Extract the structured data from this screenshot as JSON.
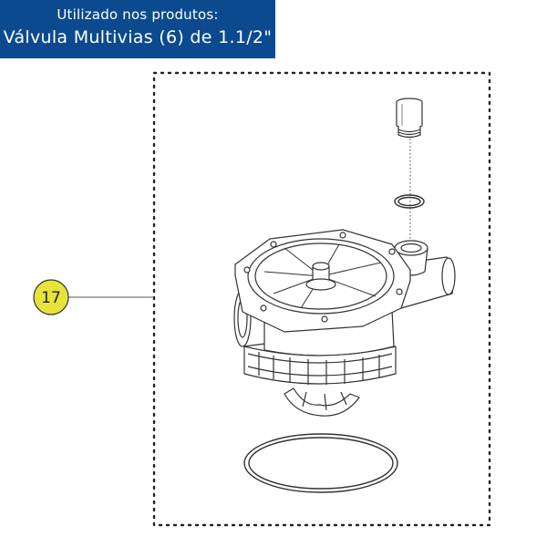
{
  "banner": {
    "subtitle": "Utilizado nos produtos:",
    "title": "Válvula Multivias (6) de 1.1/2\""
  },
  "callout": {
    "number": "17",
    "fill_color": "#e8e33a"
  },
  "colors": {
    "banner_bg": "#0b4a8e",
    "line": "#333333"
  },
  "parts": [
    {
      "name": "cap-plug-icon"
    },
    {
      "name": "o-ring-small-icon"
    },
    {
      "name": "valve-body-icon"
    },
    {
      "name": "o-ring-large-icon"
    }
  ]
}
